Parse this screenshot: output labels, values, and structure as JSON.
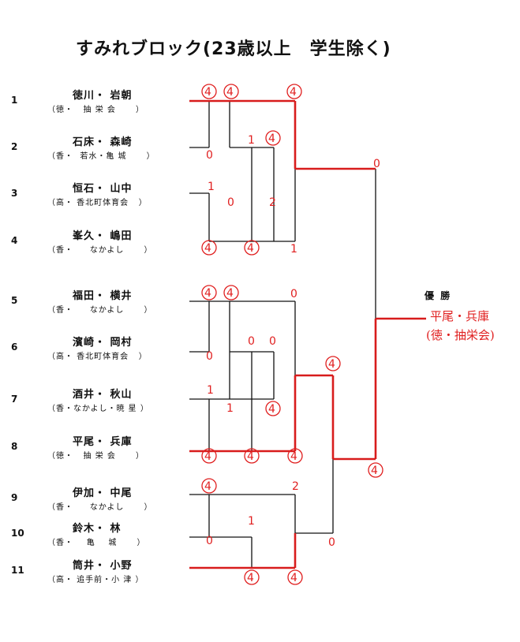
{
  "title": "すみれブロック(23歳以上　学生除く)",
  "entries": [
    {
      "num": "1",
      "names": "徳川・ 岩朝",
      "team": "（徳・   抽 栄 会      ）"
    },
    {
      "num": "2",
      "names": "石床・ 森崎",
      "team": "（香・  若水・亀 城      ）"
    },
    {
      "num": "3",
      "names": "恒石・ 山中",
      "team": "（高・ 香北町体育会   ）"
    },
    {
      "num": "4",
      "names": "峯久・ 嶋田",
      "team": "（香・     なかよし      ）"
    },
    {
      "num": "5",
      "names": "福田・ 横井",
      "team": "（香・     なかよし      ）"
    },
    {
      "num": "6",
      "names": "濱崎・ 岡村",
      "team": "（高・ 香北町体育会   ）"
    },
    {
      "num": "7",
      "names": "酒井・ 秋山",
      "team": "（香・なかよし・暁 星 ）"
    },
    {
      "num": "8",
      "names": "平尾・ 兵庫",
      "team": "（徳・   抽 栄 会      ）"
    },
    {
      "num": "9",
      "names": "伊加・ 中尾",
      "team": "（香・     なかよし      ）"
    },
    {
      "num": "10",
      "names": "鈴木・   林",
      "team": "（香・    亀    城      ）"
    },
    {
      "num": "11",
      "names": "筒井・ 小野",
      "team": "（高・ 追手前・小 津 ）"
    }
  ],
  "winner_label": "優 勝",
  "champion": {
    "line1": "平尾・兵庫",
    "line2": "(徳・抽栄会)"
  },
  "scores": {
    "g1": "4",
    "g2": "4",
    "g3": "4",
    "g4": "0",
    "g5": "1",
    "g6": "4",
    "g7": "1",
    "g8": "0",
    "g9": "2",
    "g10": "4",
    "g11": "4",
    "g12": "1",
    "g13": "4",
    "g14": "4",
    "g15": "0",
    "g16": "0",
    "g17": "0",
    "g18": "0",
    "g19": "1",
    "g20": "1",
    "g21": "4",
    "g22": "4",
    "g23": "4",
    "g24": "4",
    "g25": "4",
    "g26": "4",
    "g27": "2",
    "g28": "1",
    "g29": "0",
    "g30": "0",
    "g31": "4",
    "g32": "4",
    "g33": "0",
    "g34": "4"
  },
  "colors": {
    "win_line": "#d81c1c",
    "loss_line": "#111111",
    "score": "#e02020"
  }
}
